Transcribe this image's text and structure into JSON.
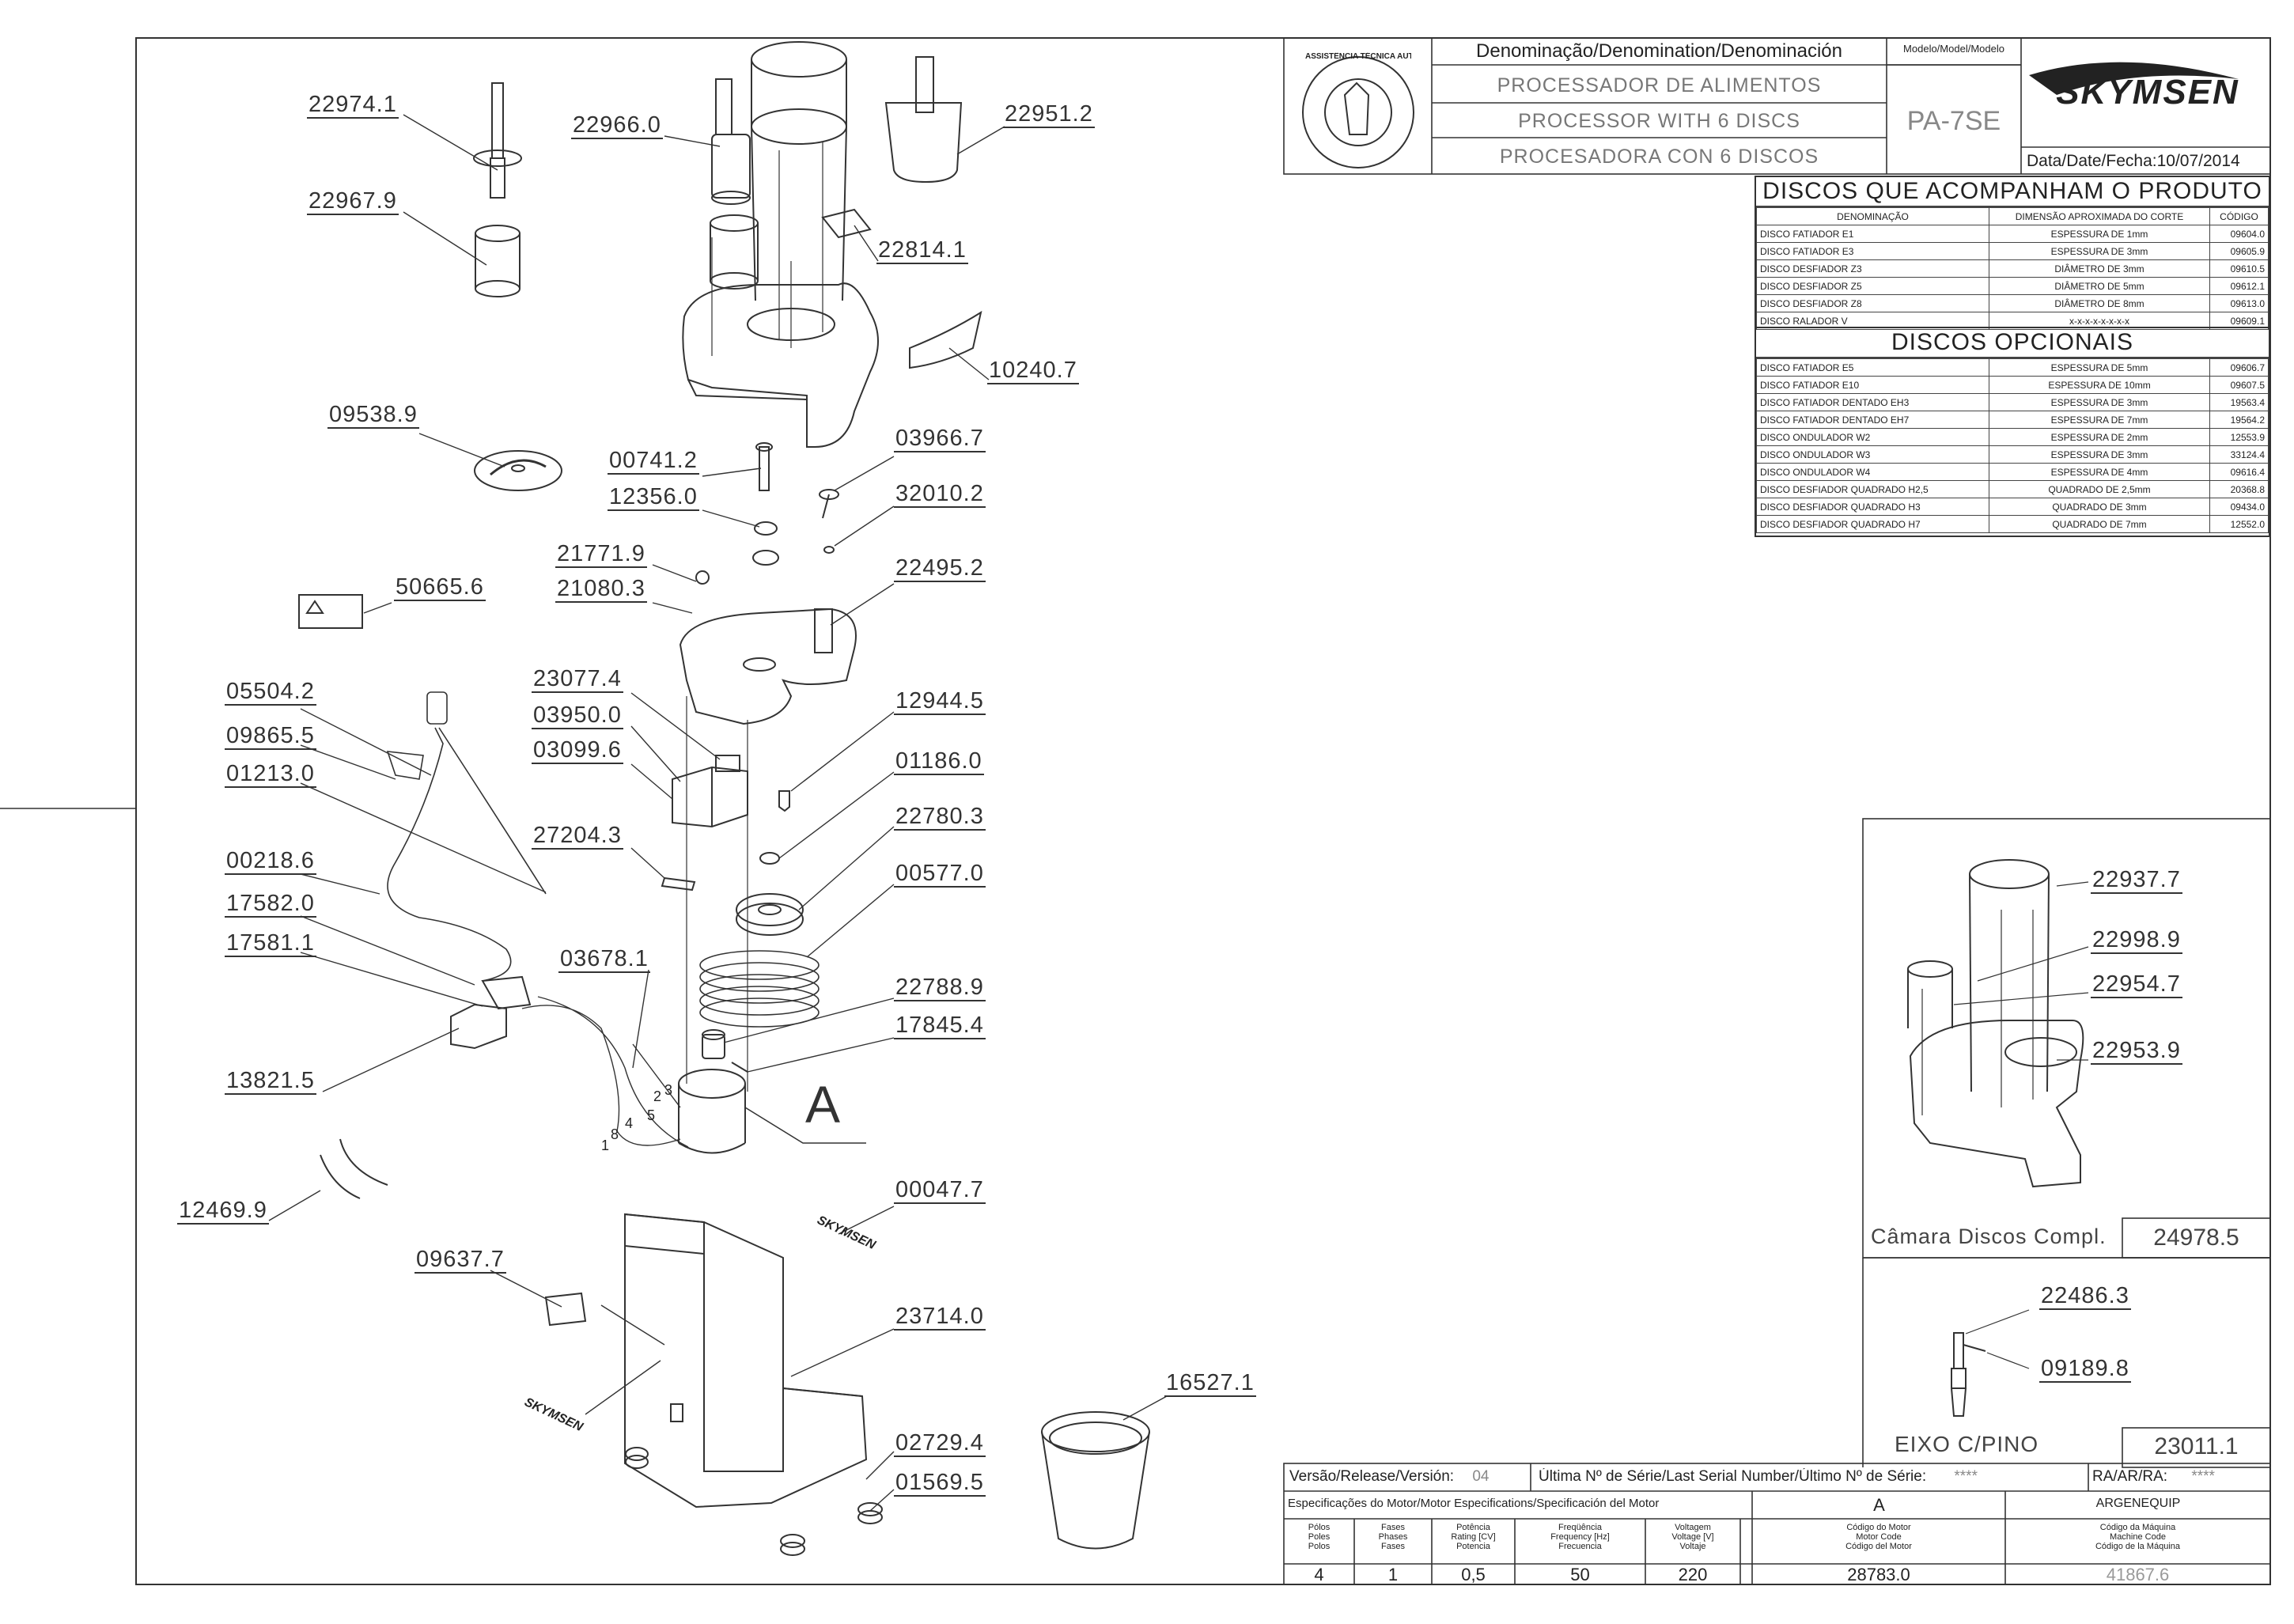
{
  "header": {
    "denomination_title": "Denominação/Denomination/Denominación",
    "model_title": "Modelo/Model/Modelo",
    "name_pt": "PROCESSADOR DE ALIMENTOS",
    "name_en": "PROCESSOR WITH 6 DISCS",
    "name_es": "PROCESADORA CON 6 DISCOS",
    "model": "PA-7SE",
    "brand": "SKYMSEN",
    "seal_text": "ASSISTÊNCIA TÉCNICA AUTORIZADA",
    "date_label": "Data/Date/Fecha:",
    "date": "10/07/2014"
  },
  "discs_included": {
    "title": "DISCOS QUE ACOMPANHAM O PRODUTO",
    "columns": [
      "DENOMINAÇÃO",
      "DIMENSÃO APROXIMADA DO CORTE",
      "CÓDIGO"
    ],
    "rows": [
      [
        "DISCO FATIADOR E1",
        "ESPESSURA DE 1mm",
        "09604.0"
      ],
      [
        "DISCO FATIADOR E3",
        "ESPESSURA DE 3mm",
        "09605.9"
      ],
      [
        "DISCO DESFIADOR Z3",
        "DIÂMETRO DE 3mm",
        "09610.5"
      ],
      [
        "DISCO DESFIADOR Z5",
        "DIÂMETRO DE 5mm",
        "09612.1"
      ],
      [
        "DISCO DESFIADOR Z8",
        "DIÂMETRO DE 8mm",
        "09613.0"
      ],
      [
        "DISCO RALADOR V",
        "x-x-x-x-x-x-x-x",
        "09609.1"
      ]
    ]
  },
  "discs_optional": {
    "title": "DISCOS OPCIONAIS",
    "rows": [
      [
        "DISCO FATIADOR E5",
        "ESPESSURA DE 5mm",
        "09606.7"
      ],
      [
        "DISCO FATIADOR E10",
        "ESPESSURA DE 10mm",
        "09607.5"
      ],
      [
        "DISCO FATIADOR DENTADO EH3",
        "ESPESSURA DE 3mm",
        "19563.4"
      ],
      [
        "DISCO FATIADOR DENTADO EH7",
        "ESPESSURA DE 7mm",
        "19564.2"
      ],
      [
        "DISCO ONDULADOR W2",
        "ESPESSURA DE 2mm",
        "12553.9"
      ],
      [
        "DISCO ONDULADOR W3",
        "ESPESSURA DE 3mm",
        "33124.4"
      ],
      [
        "DISCO ONDULADOR W4",
        "ESPESSURA DE 4mm",
        "09616.4"
      ],
      [
        "DISCO DESFIADOR QUADRADO H2,5",
        "QUADRADO DE 2,5mm",
        "20368.8"
      ],
      [
        "DISCO DESFIADOR QUADRADO H3",
        "QUADRADO DE 3mm",
        "09434.0"
      ],
      [
        "DISCO DESFIADOR QUADRADO H7",
        "QUADRADO DE 7mm",
        "12552.0"
      ]
    ]
  },
  "parts": {
    "p22974_1": "22974.1",
    "p22967_9": "22967.9",
    "p22966_0": "22966.0",
    "p22951_2": "22951.2",
    "p22814_1": "22814.1",
    "p10240_7": "10240.7",
    "p09538_9": "09538.9",
    "p00741_2": "00741.2",
    "p03966_7": "03966.7",
    "p12356_0": "12356.0",
    "p32010_2": "32010.2",
    "p21771_9": "21771.9",
    "p21080_3": "21080.3",
    "p22495_2": "22495.2",
    "p50665_6": "50665.6",
    "p23077_4": "23077.4",
    "p03950_0": "03950.0",
    "p03099_6": "03099.6",
    "p05504_2": "05504.2",
    "p09865_5": "09865.5",
    "p01213_0": "01213.0",
    "p12944_5": "12944.5",
    "p01186_0": "01186.0",
    "p27204_3": "27204.3",
    "p22780_3": "22780.3",
    "p00218_6": "00218.6",
    "p00577_0": "00577.0",
    "p17582_0": "17582.0",
    "p17581_1": "17581.1",
    "p03678_1": "03678.1",
    "p22788_9": "22788.9",
    "p17845_4": "17845.4",
    "p13821_5": "13821.5",
    "p12469_9": "12469.9",
    "p00047_7": "00047.7",
    "p09637_7": "09637.7",
    "p23714_0": "23714.0",
    "p16527_1": "16527.1",
    "p02729_4": "02729.4",
    "p01569_5": "01569.5",
    "p22937_7": "22937.7",
    "p22998_9": "22998.9",
    "p22954_7": "22954.7",
    "p22953_9": "22953.9",
    "p22486_3": "22486.3",
    "p09189_8": "09189.8",
    "motor_mark": "A",
    "wire_numbers": [
      "1",
      "2",
      "3",
      "4",
      "5",
      "8"
    ],
    "foot_label": "SKYMSEN"
  },
  "inset_chamber": {
    "label": "Câmara Discos Compl.",
    "code": "24978.5"
  },
  "inset_shaft": {
    "label": "EIXO C/PINO",
    "code": "23011.1"
  },
  "footer": {
    "version_label": "Versão/Release/Versión:",
    "version": "04",
    "serial_label": "Última Nº de Série/Last Serial Number/Último Nº de Série:",
    "serial": "****",
    "ra_label": "RA/AR/RA:",
    "ra": "****",
    "motor_spec_label": "Especificações do Motor/Motor Especifications/Specificación del Motor",
    "motor_letter": "A",
    "manufacturer": "ARGENEQUIP",
    "spec_headers": [
      "Pólos\nPoles\nPolos",
      "Fases\nPhases\nFases",
      "Potência\nRating [CV]\nPotencia",
      "Freqüência\nFrequency [Hz]\nFrecuencia",
      "Voltagem\nVoltage [V]\nVoltaje",
      "Código do Motor\nMotor Code\nCódigo del Motor",
      "Código da Máquina\nMachine Code\nCódigo de la Máquina"
    ],
    "spec_values": [
      "4",
      "1",
      "0,5",
      "50",
      "220",
      "28783.0",
      "41867.6"
    ]
  }
}
